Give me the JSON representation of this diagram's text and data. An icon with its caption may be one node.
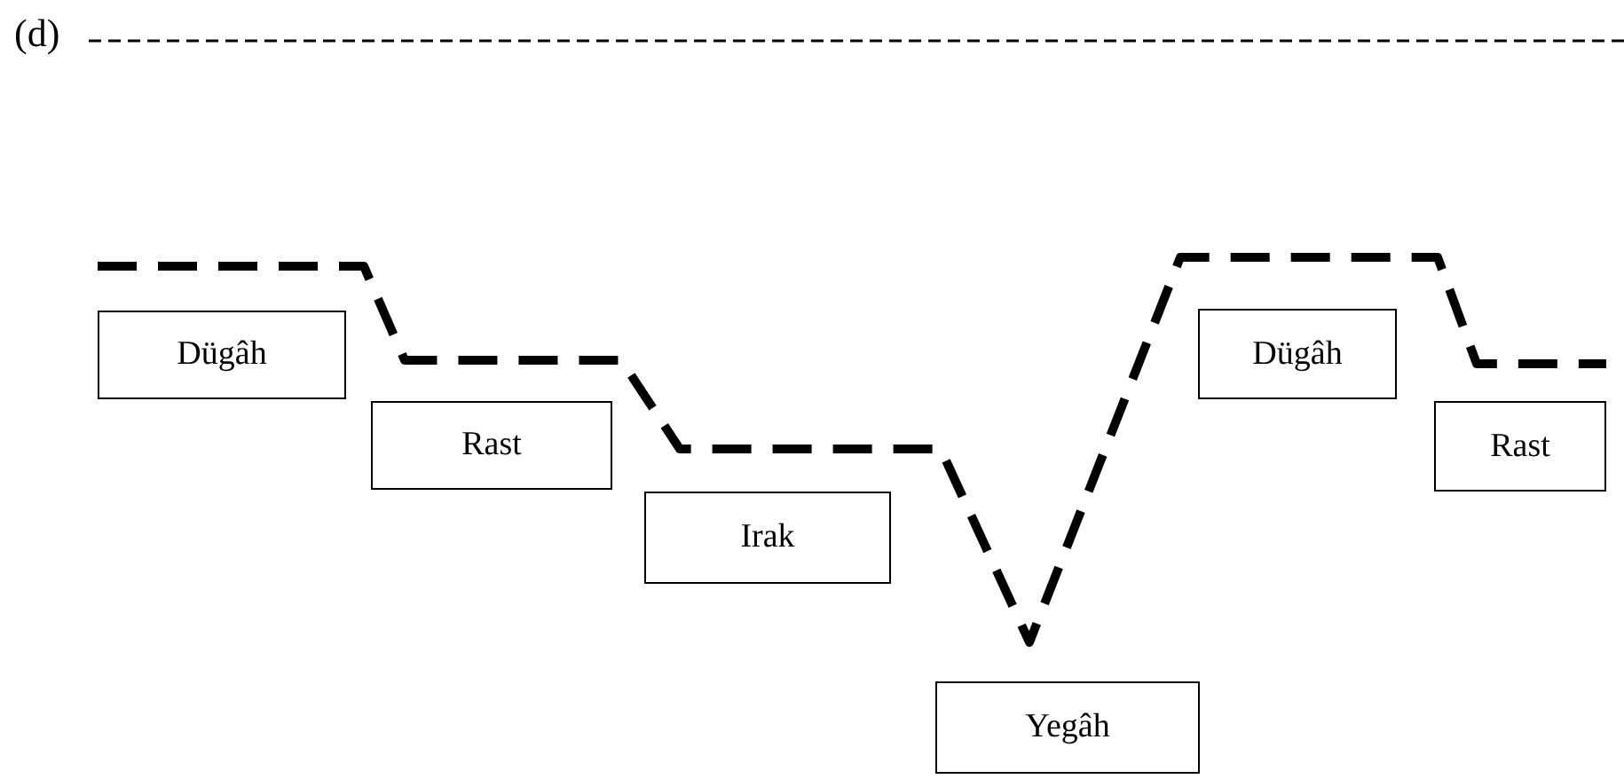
{
  "diagram": {
    "nodes": [
      {
        "text": [
          "Dügâh"
        ]
      },
      {
        "text": [
          "Rast"
        ]
      },
      {
        "text": [
          "Irak"
        ]
      },
      {
        "text": [
          "Yegâh"
        ]
      },
      {
        "text": [
          "Dügâh"
        ]
      },
      {
        "text": [
          "Rast"
        ]
      }
    ],
    "labels": [
      "(d)"
    ]
  }
}
